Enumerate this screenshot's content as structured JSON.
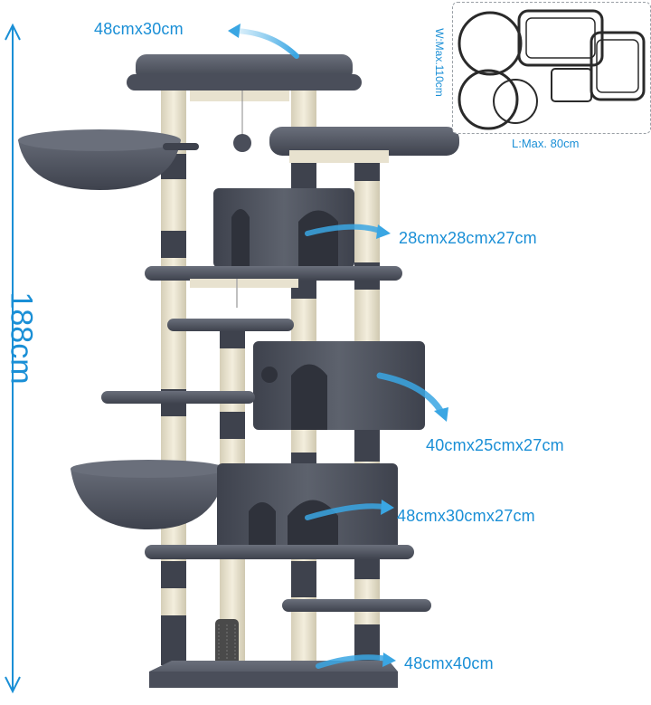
{
  "height_label": "188cm",
  "footprint": {
    "width_label": "W:Max.110cm",
    "length_label": "L:Max. 80cm"
  },
  "dimensions": {
    "top_perch": "48cmx30cm",
    "upper_condo": "28cmx28cmx27cm",
    "middle_condo": "40cmx25cmx27cm",
    "lower_condo": "48cmx30cmx27cm",
    "base": "48cmx40cm"
  },
  "colors": {
    "accent": "#1a8fd6",
    "arrow": "#5bb8ea",
    "plush": "#4a4e5a",
    "plush_light": "#6a6f7b",
    "sisal": "#e8e2cf"
  }
}
